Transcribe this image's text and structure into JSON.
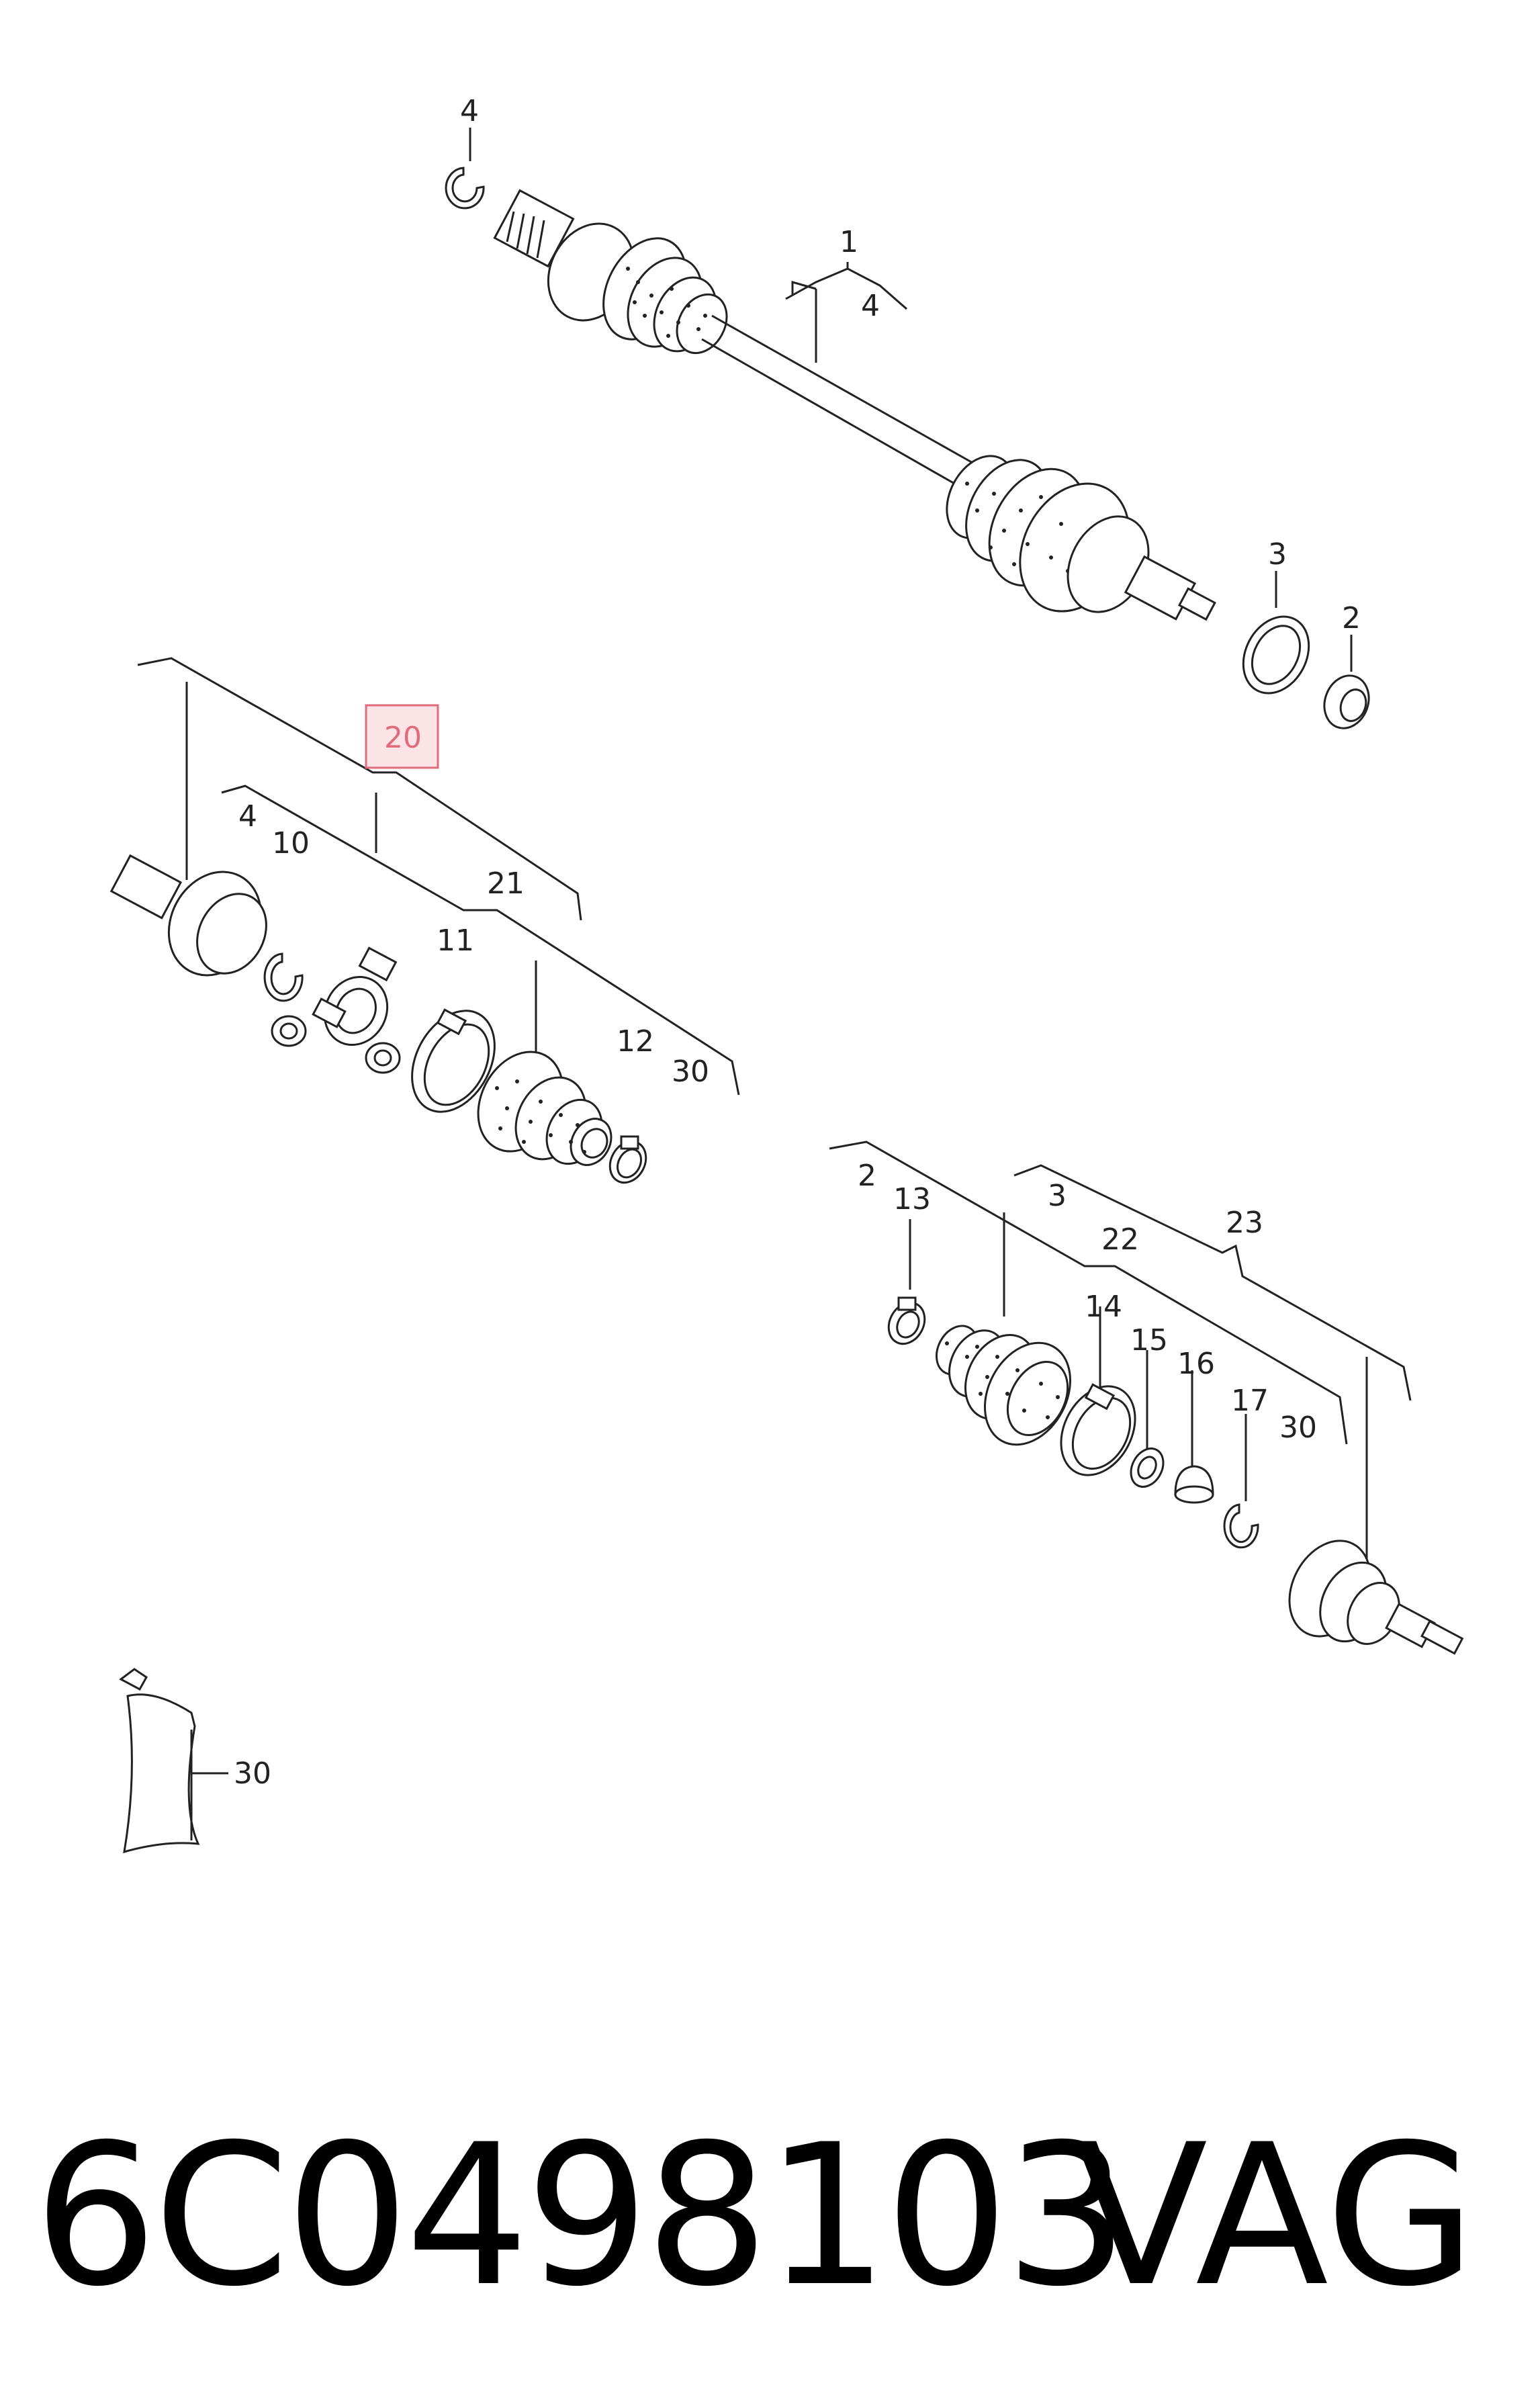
{
  "labels": {
    "l4a": "4",
    "l1": "1",
    "l4b": "4",
    "l3a": "3",
    "l2a": "2",
    "l20": "20",
    "l4c": "4",
    "l10": "10",
    "l21": "21",
    "l11": "11",
    "l12": "12",
    "l30a": "30",
    "l2b": "2",
    "l13": "13",
    "l3b": "3",
    "l22": "22",
    "l23": "23",
    "l14": "14",
    "l15": "15",
    "l16": "16",
    "l17": "17",
    "l30b": "30",
    "l30c": "30"
  },
  "highlight_color": "#e06b7a",
  "part_number": "6C0498103",
  "brand": "VAG"
}
